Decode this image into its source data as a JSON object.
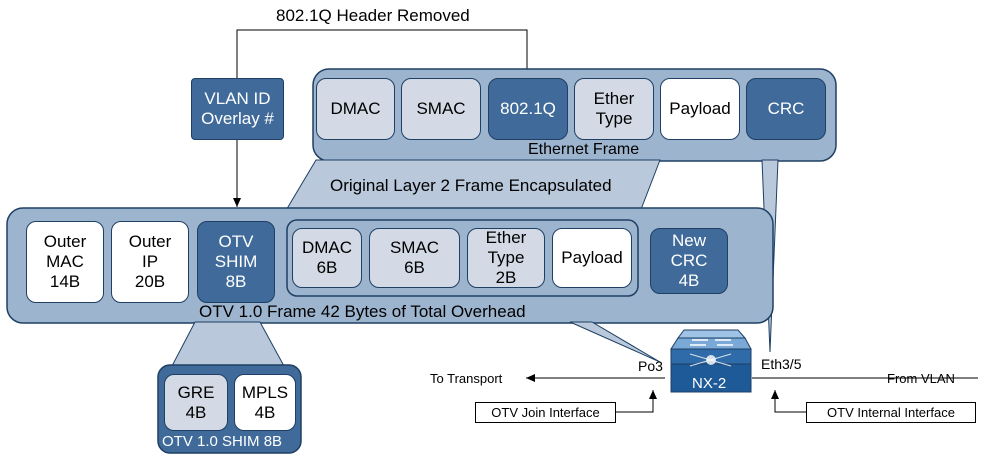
{
  "colors": {
    "outer_fill": "#9db4cf",
    "outer_stroke": "#1f3f63",
    "light_box": "#d3dae6",
    "dark_box": "#3f6a99",
    "white_box": "#ffffff",
    "trapezoid": "#b9c8da"
  },
  "header_removed_label": "802.1Q Header Removed",
  "vlan_box": {
    "line1": "VLAN ID",
    "line2": "Overlay #"
  },
  "ethernet_frame": {
    "caption": "Ethernet Frame",
    "fields": {
      "dmac": "DMAC",
      "smac": "SMAC",
      "dot1q": "802.1Q",
      "ethertype": "Ether\nType",
      "payload": "Payload",
      "crc": "CRC"
    }
  },
  "encapsulated_label": "Original Layer 2 Frame Encapsulated",
  "otv_frame": {
    "caption": "OTV 1.0 Frame 42 Bytes of Total Overhead",
    "fields": {
      "outer_mac": "Outer\nMAC\n14B",
      "outer_ip": "Outer\nIP\n20B",
      "otv_shim": "OTV\nSHIM\n8B",
      "dmac": "DMAC\n6B",
      "smac": "SMAC\n6B",
      "ethertype": "Ether\nType\n2B",
      "payload": "Payload",
      "new_crc": "New\nCRC\n4B"
    }
  },
  "shim": {
    "caption": "OTV 1.0 SHIM 8B",
    "gre": "GRE\n4B",
    "mpls": "MPLS\n4B"
  },
  "switch": {
    "name": "NX-2",
    "port_left": "Po3",
    "port_right": "Eth3/5",
    "icon": "switch-icon"
  },
  "to_transport": "To Transport",
  "from_vlan": "From VLAN",
  "join_interface": "OTV Join Interface",
  "internal_interface": "OTV Internal Interface"
}
